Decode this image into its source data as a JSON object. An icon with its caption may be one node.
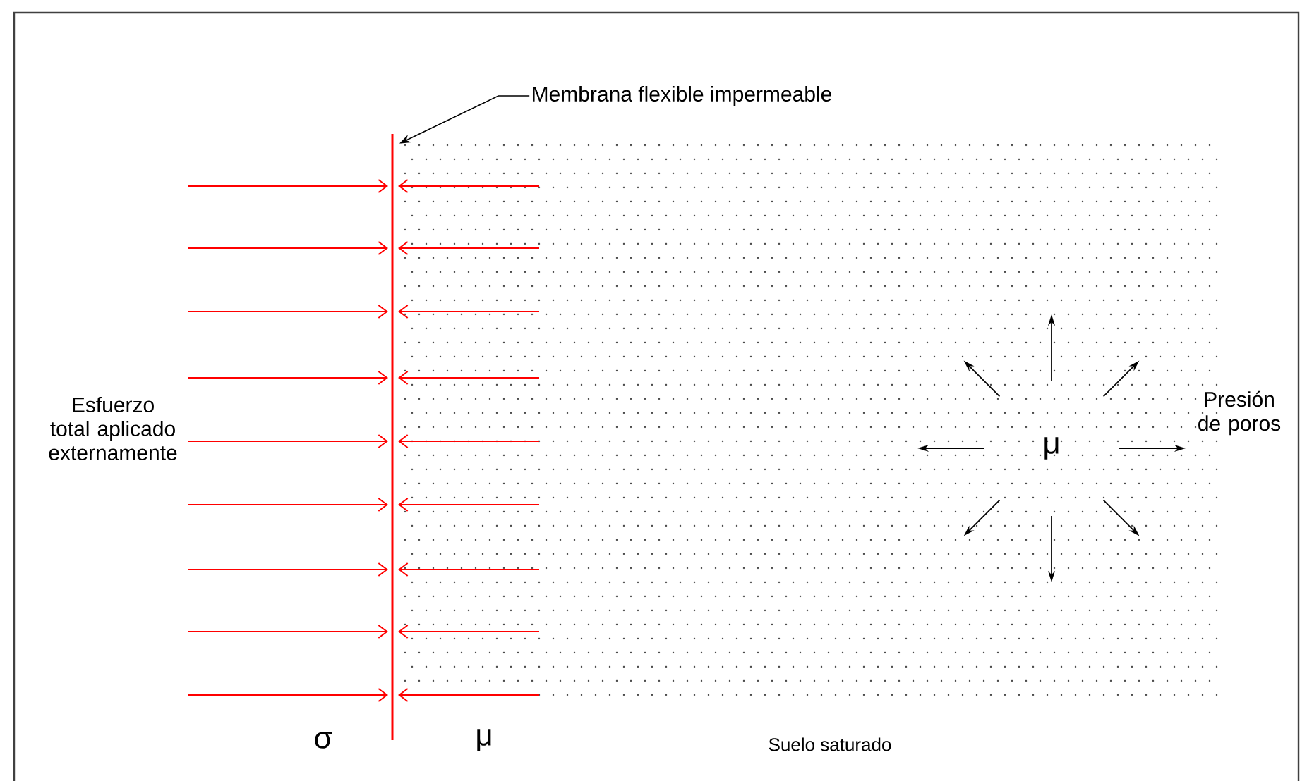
{
  "diagram": {
    "nodes": [
      {
        "text": [
          "Membrana flexible impermeable"
        ]
      },
      {
        "text": [],
        "shape": "bar"
      }
    ],
    "edges": [
      {
        "from": 0,
        "to": 1,
        "arrow": "to"
      }
    ],
    "labels": [
      "Esfuerzo total aplicado externamente",
      "μ",
      "Presión de poros",
      "σ",
      "μ",
      "Suelo saturado"
    ]
  }
}
